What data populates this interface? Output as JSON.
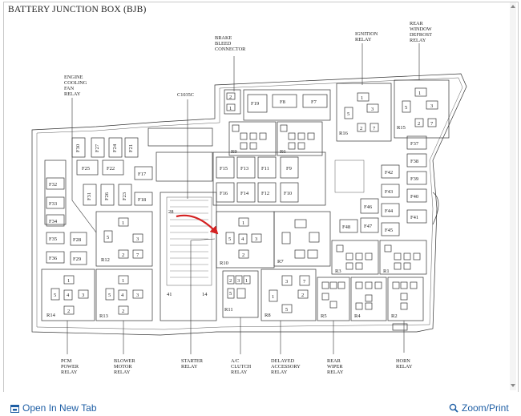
{
  "title": "BATTERY JUNCTION BOX (BJB)",
  "labels": {
    "brake": [
      "BRAKE",
      "BLEED",
      "CONNECTOR"
    ],
    "ignition": [
      "IGNITION",
      "RELAY"
    ],
    "rearDefrost": [
      "REAR",
      "WINDOW",
      "DEFROST",
      "RELAY"
    ],
    "engineFan": [
      "ENGINE",
      "COOLING",
      "FAN",
      "RELAY"
    ],
    "c1035c": "C1035C",
    "pcm": [
      "PCM",
      "POWER",
      "RELAY"
    ],
    "blower": [
      "BLOWER",
      "MOTOR",
      "RELAY"
    ],
    "starter": [
      "STARTER",
      "RELAY"
    ],
    "acClutch": [
      "A/C",
      "CLUTCH",
      "RELAY"
    ],
    "delayed": [
      "DELAYED",
      "ACCESSORY",
      "RELAY"
    ],
    "rearWiper": [
      "REAR",
      "WIPER",
      "RELAY"
    ],
    "horn": [
      "HORN",
      "RELAY"
    ]
  },
  "fuses": {
    "f19": "F19",
    "f8": "F8",
    "f7": "F7",
    "f30": "F30",
    "f27": "F27",
    "f24": "F24",
    "f21": "F21",
    "f25": "F25",
    "f22": "F22",
    "f17": "F17",
    "f32": "F32",
    "f33": "F33",
    "f34": "F34",
    "f35": "F35",
    "f36": "F36",
    "f28": "F28",
    "f29": "F29",
    "f31": "F31",
    "f26": "F26",
    "f23": "F23",
    "f18": "F18",
    "f15": "F15",
    "f13": "F13",
    "f11": "F11",
    "f9": "F9",
    "f16": "F16",
    "f14": "F14",
    "f12": "F12",
    "f10": "F10",
    "f37": "F37",
    "f38": "F38",
    "f39": "F39",
    "f40": "F40",
    "f41": "F41",
    "f42": "F42",
    "f43": "F43",
    "f44": "F44",
    "f45": "F45",
    "f46": "F46",
    "f47": "F47",
    "f48": "F48"
  },
  "relays": {
    "r1": "R1",
    "r2": "R2",
    "r3": "R3",
    "r4": "R4",
    "r5": "R5",
    "r6": "R6",
    "r7": "R7",
    "r8": "R8",
    "r9": "R9",
    "r10": "R10",
    "r11": "R11",
    "r12": "R12",
    "r13": "R13",
    "r14": "R14",
    "r15": "R15",
    "r16": "R16"
  },
  "pins": {
    "p1": "1",
    "p2": "2",
    "p3": "3",
    "p4": "4",
    "p5": "5",
    "p7": "7",
    "p14": "14",
    "p28": "28",
    "p41": "41"
  },
  "footer": {
    "open_tab": "Open In New Tab",
    "zoom": "Zoom/Print"
  },
  "colors": {
    "arrow": "#d42020",
    "link": "#1f5fa5",
    "line": "#333333"
  }
}
